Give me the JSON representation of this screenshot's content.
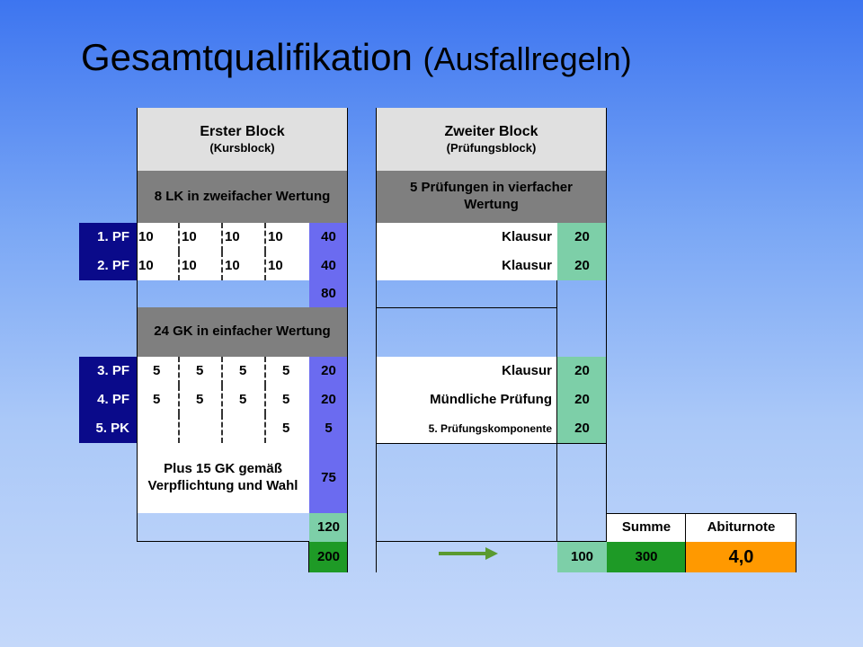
{
  "title": {
    "main": "Gesamtqualifikation",
    "sub": "(Ausfallregeln)"
  },
  "block1": {
    "header": "Erster Block",
    "header_sub": "(Kursblock)",
    "lk_label": "8 LK in zweifacher Wertung",
    "gk_label": "24 GK in einfacher Wertung",
    "plus_label": "Plus 15 GK gemäß Verpflichtung und Wahl",
    "rows": [
      {
        "label": "1. PF",
        "values": [
          "10",
          "10",
          "10",
          "10"
        ],
        "sum": "40"
      },
      {
        "label": "2. PF",
        "values": [
          "10",
          "10",
          "10",
          "10"
        ],
        "sum": "40"
      },
      {
        "label": "3. PF",
        "values": [
          "5",
          "5",
          "5",
          "5"
        ],
        "sum": "20"
      },
      {
        "label": "4. PF",
        "values": [
          "5",
          "5",
          "5",
          "5"
        ],
        "sum": "20"
      },
      {
        "label": "5. PK",
        "values": [
          "",
          "",
          "",
          "5"
        ],
        "sum": "5"
      }
    ],
    "lk_total": "80",
    "plus_total": "75",
    "gk_total": "120",
    "block_total": "200"
  },
  "block2": {
    "header": "Zweiter Block",
    "header_sub": "(Prüfungsblock)",
    "exam_label": "5 Prüfungen in vierfacher Wertung",
    "rows": [
      {
        "label": "Klausur",
        "value": "20"
      },
      {
        "label": "Klausur",
        "value": "20"
      },
      {
        "label": "Klausur",
        "value": "20"
      },
      {
        "label": "Mündliche Prüfung",
        "value": "20"
      },
      {
        "label": "5. Prüfungskomponente",
        "value": "20"
      }
    ],
    "block_total": "100"
  },
  "summary": {
    "sum_label": "Summe",
    "grade_label": "Abiturnote",
    "sum_value": "300",
    "grade_value": "4,0"
  },
  "colors": {
    "lk_cells": "#6b6bf0",
    "exam_cells": "#7dcfa8",
    "labels": "#0a0a8a",
    "grade": "#ff9900",
    "sum": "#1e9a26"
  }
}
